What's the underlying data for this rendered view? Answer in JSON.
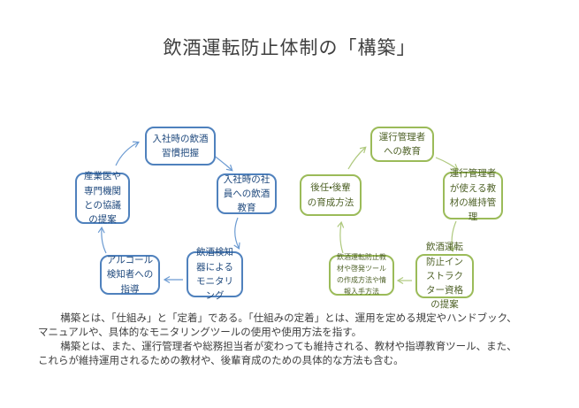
{
  "title": "飲酒運転防止体制の「構築」",
  "colors": {
    "blue_border": "#4F81BD",
    "blue_text": "#1F497D",
    "blue_arrow": "#6C9BD2",
    "green_border": "#9BBB59",
    "green_text": "#4F6228",
    "green_arrow": "#AFC97E"
  },
  "blue_cycle": {
    "intake_habit": "入社時の飲酒習慣把握",
    "intake_education": "入社時の社員への飲酒教育",
    "monitoring": "飲酒検知器によるモニタリング",
    "detected_guidance": "アルコール検知者への指導",
    "expert_consultation": "産業医や専門機関との協議の提案"
  },
  "green_cycle": {
    "manager_education": "運行管理者への教育",
    "material_maintenance": "運行管理者が使える教材の維持管理",
    "instructor_qualification": "飲酒運転防止インストラクター資格の提案",
    "material_howto": "飲酒運転防止教材や啓発ツールの作成方法や情報入手方法",
    "successor_training": "後任・後輩の育成方法"
  },
  "notes": {
    "p1": "　構築とは、「仕組み」と「定着」である。「仕組みの定着」とは、運用を定める規定やハンドブック、\nマニュアルや、具体的なモニタリングツールの使用や使用方法を指す。",
    "p2": "　構築とは、また、運行管理者や総務担当者が変わっても維持される、教材や指導教育ツール、また、\nこれらが維持運用されるための教材や、後輩育成のための具体的な方法も含む。"
  }
}
